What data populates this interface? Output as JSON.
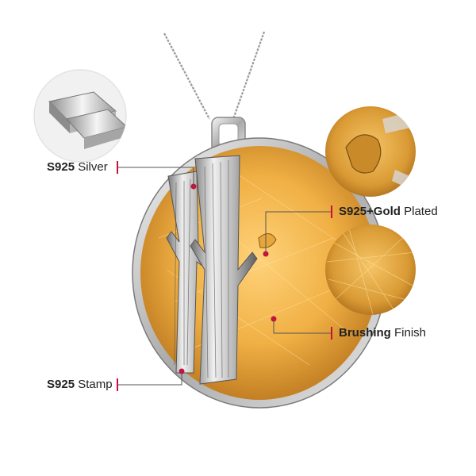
{
  "callouts": {
    "silver": {
      "strong": "S925",
      "rest": "Silver"
    },
    "gold": {
      "strong": "S925+Gold",
      "rest": "Plated"
    },
    "brushing": {
      "strong": "Brushing",
      "rest": "Finish"
    },
    "stamp": {
      "strong": "S925",
      "rest": "Stamp"
    }
  },
  "colors": {
    "accent": "#c8103c",
    "gold": "#e3a43a",
    "silver": "#c9c9c9",
    "label_text": "#222222"
  },
  "icons": {
    "silver_bars": "silver-bars-icon",
    "gold_bird": "gold-bird-icon",
    "brushed_texture": "brushed-texture-icon"
  }
}
